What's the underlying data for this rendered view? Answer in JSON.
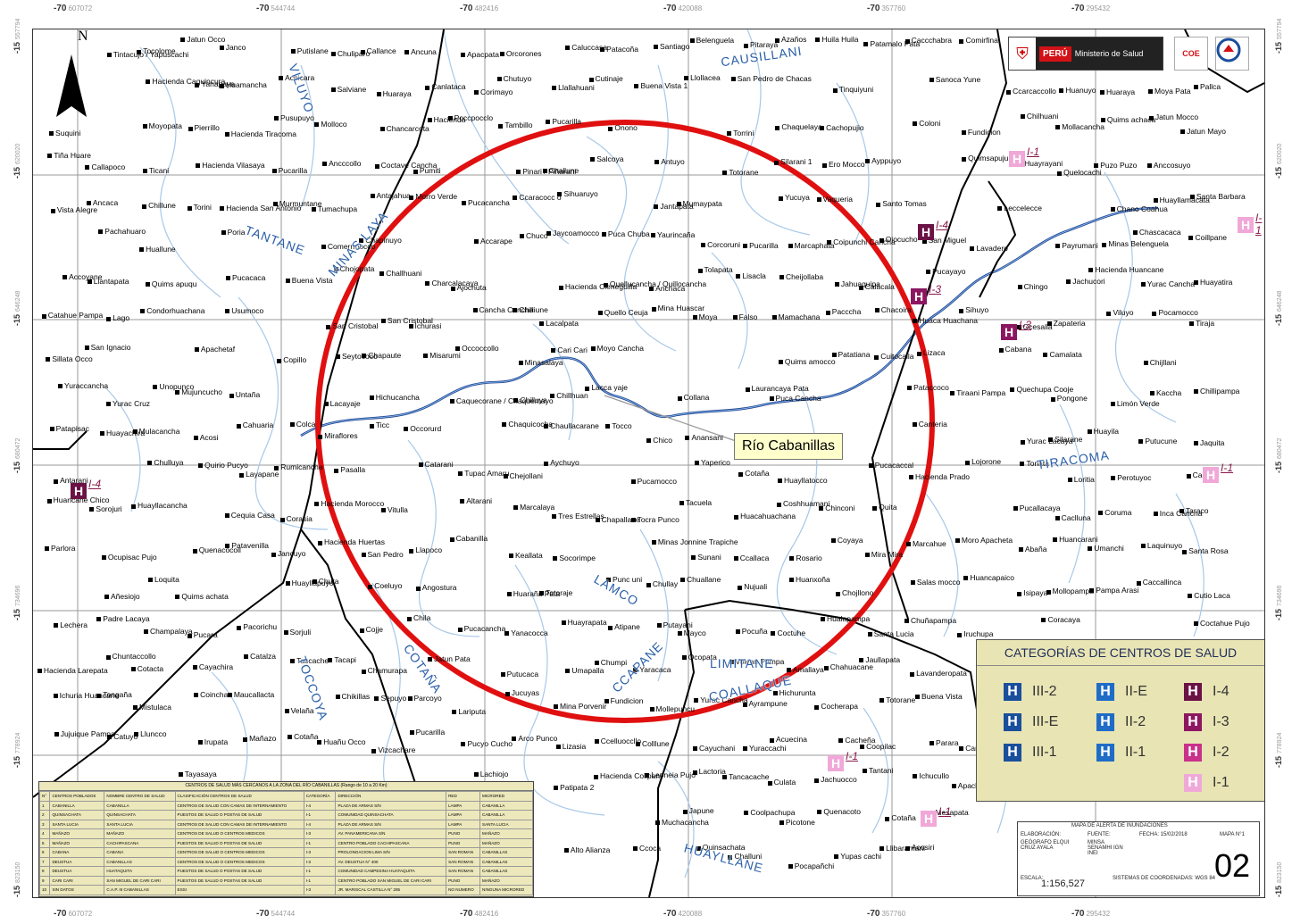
{
  "map": {
    "top_coords": [
      "-70",
      "-70",
      "-70",
      "-70",
      "-70",
      "-70"
    ],
    "top_coords_small": [
      "607072",
      "544744",
      "482416",
      "420088",
      "357760",
      "295432"
    ],
    "side_coords": [
      "-15",
      "-15",
      "-15",
      "-15",
      "-15",
      "-15",
      "-15"
    ],
    "side_coords_small": [
      "557794",
      "620020",
      "646248",
      "680472",
      "734696",
      "778924",
      "823150"
    ],
    "north_label": "N",
    "river_label": "Río Cabanillas",
    "logo": {
      "peru": "PERÚ",
      "ministry": "Ministerio de Salud",
      "coe": "COE"
    },
    "regions": [
      {
        "id": "causillani",
        "text": "CAUSILLANI"
      },
      {
        "id": "viluyo",
        "text": "VILUYO"
      },
      {
        "id": "tantane",
        "text": "TANTANE"
      },
      {
        "id": "minas-laya",
        "text": "MINAS LAYA"
      },
      {
        "id": "tiracoma",
        "text": "TIRACOMA"
      },
      {
        "id": "lamco",
        "text": "LAMCO"
      },
      {
        "id": "ccapane",
        "text": "CCAPANE"
      },
      {
        "id": "limitane",
        "text": "LIMITANE"
      },
      {
        "id": "coallaque",
        "text": "COALLAQUE"
      },
      {
        "id": "cotana",
        "text": "COTAÑA"
      },
      {
        "id": "toccoya",
        "text": "TOCCOYA"
      },
      {
        "id": "huayllane",
        "text": "HUAYLLANE"
      }
    ],
    "towns": [
      "Pacorichu",
      "Huaraya",
      "Charcalacaya",
      "Anchaca",
      "Chascacaca",
      "Antarani",
      "Chuco",
      "Apache",
      "Miraflores",
      "Catalza",
      "Zapateria",
      "Chutuyo",
      "Chojllono",
      "Misarumi",
      "Pierrillo",
      "Ancuna",
      "Quenacoto",
      "Huayatira",
      "Coracaya",
      "Ichuria Huancane",
      "Coloni",
      "Lago",
      "Pocuña",
      "Rumicancha",
      "Tacuela",
      "Mulacancha",
      "Llapoco",
      "Chuñapampa",
      "Chahuacane",
      "Laurancaya Pata",
      "Caquecorane / Chaquemayo",
      "Camalata",
      "Kaccha",
      "Chikillas",
      "Quims amocco",
      "Chuliparo",
      "Sihuaruyo",
      "Viluyo",
      "Jachucori",
      "Putislane",
      "Sanoca Yune",
      "Quinsachata",
      "Ero Mocco",
      "Canchicancha",
      "Cutinaje",
      "Chaquelaya",
      "Amallaya",
      "Tinquiyuni",
      "Coctuhe",
      "Torini",
      "Chillhuan",
      "Chamurapa",
      "Cachal",
      "Tongaña",
      "Chijllani",
      "Coruma",
      "Silarani 1",
      "Mamachana",
      "Falso",
      "Colca",
      "Rosario",
      "Chaullacarane",
      "Lacalpata",
      "Umanchi",
      "Coincha",
      "Ichucullo",
      "Pallca",
      "Patapisac",
      "Coopilac",
      "Quello Ceuja",
      "Mina Porvenir",
      "Leoneia Pujo",
      "Ayppuyo",
      "Puzo Puzo",
      "Tantani",
      "Salcoya",
      "Cacheña",
      "Pocamocco",
      "Putayani",
      "Loritia",
      "Cojje",
      "Coyaya",
      "Onono",
      "Ocupisac Pujo",
      "Moyo Cancha",
      "Challhuani",
      "Coshhuamani",
      "Tiraani Pampa",
      "Quechupa Cooje",
      "Molloco",
      "San Miguel",
      "Llantapata",
      "Unopunco",
      "Cayuchani",
      "Catarani",
      "Cotacta",
      "Lacayaje",
      "Pasalla",
      "Poria",
      "Tintacujo / Yapuscachi",
      "Pitaraya",
      "Yupas cachi",
      "Salas mocco",
      "Yanacocca",
      "Jatun Mocco",
      "Marcalaya",
      "Jaullapata",
      "Minasalaya",
      "Perotuyoc",
      "Yaurincaña",
      "Pucara",
      "Huamancha",
      "San Cristobal",
      "Cabanilla",
      "Moya Pata",
      "Puca Chuba",
      "Jatun Pata",
      "Toriata",
      "Usumoco",
      "Huancapaico",
      "Tumachupa",
      "Collana",
      "Lavanderopata",
      "Chejollani",
      "Irupata",
      "Cotaña",
      "Quelocachi",
      "Huallune",
      "Keallata",
      "Acosiri",
      "Catuyo",
      "Loquita",
      "Lacca yaje",
      "Marcaphata",
      "Arco Punco",
      "Jantapata",
      "Silarane",
      "Hacienda Cieneguilla",
      "Acosi",
      "Ocopata",
      "Cuitocalla",
      "Ticani",
      "Lizaca",
      "Acuecina",
      "Mumaypata",
      "Chingo",
      "Yuraccancha",
      "Condorhuachana",
      "Chacoira",
      "Ichurasi",
      "Hichurunta",
      "Sepuyo",
      "Isipaya",
      "Corasia",
      "Chapinuyo",
      "Yurac Cruz",
      "Altarani",
      "Pinari / Piñarani",
      "Huañu Occo",
      "Pucarilla",
      "Cayachira",
      "Jancuyo",
      "Yaracaca",
      "Torrini",
      "Huayllamacata",
      "Lisacla",
      "Huayrayani",
      "Challune",
      "Challuni",
      "Poccpocclo",
      "Hacienda Vilasaya",
      "Quenacocoll",
      "Occorurd",
      "Pucarilla",
      "Sihuyo",
      "Socorimpe",
      "Azaños",
      "Patamalo Pata",
      "Chuta",
      "Abaña",
      "Antajahua",
      "Parara",
      "Añesiojo",
      "Cachopujio",
      "Suquini",
      "Tocolome",
      "Minas Belenguela",
      "Ojocucho",
      "Achicara",
      "Cabana",
      "Mayco",
      "Cequia Casa",
      "Huayachira",
      "Belenguela",
      "San Pedro",
      "Janco",
      "Mistulaca",
      "Vitulla",
      "Pocapañchi",
      "Moya",
      "Mollepuncu",
      "Tiraja",
      "Patipata 2",
      "Pucacaca",
      "Chilhuani",
      "Lizasia",
      "Mollopampa",
      "Totoraje",
      "Chulluya",
      "Cahuaria",
      "Putucaca",
      "Santo Tomas",
      "Layapane",
      "Sunani",
      "Moyopata",
      "Corcoruni",
      "Lachiojo",
      "Tacapi",
      "Callapoco",
      "Huanxoña",
      "Llollacea",
      "Chico",
      "Huancarani",
      "Huayrapata",
      "Buena Vista",
      "Caccallinca",
      "Chillipampa",
      "Mesapata",
      "Hualapampa",
      "Santiago",
      "Huancane Chico",
      "Totorane",
      "Quita",
      "Parcoyo",
      "Yucuya",
      "Jujuique Pampa",
      "Pongone",
      "San Ignacio",
      "Limón Verde",
      "Ancaca",
      "Aychuyo",
      "Tayasaya",
      "Iruchupa",
      "Jaquita",
      "Lavadero",
      "Yaperico",
      "Tres Estrellas",
      "Moro Apacheta",
      "Inca Cancha",
      "Ajochuta",
      "Chojopata",
      "Coolpachupa",
      "Hacienda Prado",
      "Hacienda Huancane",
      "Putucune",
      "Buena Vista 1",
      "Hacienda Huertas",
      "Muchacancha",
      "Copillo",
      "Laquinuyo",
      "Parlora",
      "Canteria",
      "Huanuyo",
      "Quimsapujuio",
      "Hacienda San Antonio",
      "Coctave Cancha",
      "Coctahue Pujo",
      "Patatiana",
      "San Pedro de Chacas",
      "Jucuyas",
      "Yuraccachi",
      "Punc uni",
      "Pucamocco",
      "Santa Lucia",
      "Huayllatocco",
      "Huayila",
      "Huaca Huachana",
      "Caclluna",
      "Maucallacta",
      "Mujuncucho",
      "Quims achaca",
      "Morro Verde",
      "Antuyo",
      "Fundicion",
      "Patavenilla",
      "Chila",
      "Hichucancha",
      "Pucyo Cucho",
      "Orcorones",
      "Coeluyo",
      "Comerrmocco",
      "Corimayo",
      "Pucacaccal",
      "Cotaña",
      "Coillpane",
      "Lactoria",
      "Comirfina",
      "Yurac Cancha",
      "Pucacancha",
      "Pucayayo",
      "Chuallane",
      "Pumiti",
      "Quellucancha / Quillocancha",
      "Hacienda Tiracoma",
      "Lechera",
      "Chumpi",
      "Huayllacancha",
      "Coipunchi Cancha",
      "Vaqueria",
      "Pucarilla",
      "Tupac Amaru",
      "Seytococo",
      "Champalaya",
      "Murmuntane",
      "Ticc",
      "Ancccollo",
      "Untaña",
      "Jaycoamocco",
      "Chuntaccollo",
      "San Cristobal",
      "Ccallaca",
      "Callance",
      "Volcan Pampa",
      "Mollacancha",
      "Tambillo",
      "Pampa Arasi",
      "Pusupuyo",
      "Lluncco",
      "Accarape",
      "Caccchabra",
      "Taraco",
      "Tolapata",
      "Chilliune",
      "Cotaña",
      "Quirio Pucyo",
      "Pataccoco",
      "Sorjuli",
      "Nujuali",
      "Yanapaya",
      "Cheijollaba",
      "Tocra Punco",
      "Hacienda Larepata",
      "Padre Lacaya",
      "Chapaute",
      "Santa Rosa",
      "Sorojuri",
      "Pacccha",
      "Culata",
      "Mira Mira",
      "Cutio Laca",
      "Ccoca",
      "Ocesalla",
      "Chaquicocha",
      "Quims achata",
      "Huaraya",
      "Ccelluoccllo",
      "Vizcachare",
      "Huaraña Pata",
      "Lariputa",
      "Accoyane",
      "Catahue Pampa",
      "Puca Cancha",
      "Patacoña",
      "Chano Coahua",
      "Tiña Huare",
      "Velaña",
      "Canlataca",
      "Angostura",
      "Salviane",
      "Payrumani",
      "Ccaracocc o",
      "Pucacancha",
      "Pucarilla",
      "Hacienda Morocco",
      "Mina Huascar",
      "Huacahuachana",
      "Llibaramani",
      "Yurac Cancha",
      "Sillata Occo",
      "Ccarcaccollo",
      "Japune",
      "Ayrampune",
      "Anansani",
      "Hacienda",
      "Minas Jonnine Trapiche",
      "Pachahuaro",
      "Anccosuyo",
      "Jachuocco",
      "Hacienda Caquincura",
      "Cari Cari",
      "Leccelecce",
      "Tancacache",
      "Totorane",
      "Chullay",
      "Chilluya",
      "Apacpata",
      "Llallahuani",
      "Huila Huila",
      "Jatun Mayo",
      "Chillune",
      "Atipane",
      "Lojorone",
      "Chapallane",
      "Chinconi",
      "Fundicion",
      "Picotone",
      "Taccache",
      "Chancarcota",
      "Alto Alianza",
      "Occoccollo",
      "Mañazo",
      "Apachetaf",
      "Yurac Lacaya",
      "Jahuaquipa",
      "Jatun Occo",
      "Buena Vista",
      "Santa Barbara",
      "Marcahue",
      "Pucallacaya",
      "Cancha Cancha",
      "Vista Alegre",
      "Calacala",
      "Quims apuqu",
      "Caluccasa",
      "Tocco",
      "Huayllapuyo",
      "Hacienda Collpani",
      "Cocherapa",
      "Colllune",
      "Umapalla"
    ],
    "health_labels": [
      "I-1",
      "I-1",
      "I-1",
      "I-3",
      "I-3",
      "I-4",
      "I-1",
      "I-1",
      "I-1",
      "I-1",
      "I-1",
      "I-4"
    ]
  },
  "legend": {
    "title": "CATEGORÍAS DE CENTROS DE SALUD",
    "items": [
      {
        "label": "III-2",
        "color": "#1a4f9c"
      },
      {
        "label": "III-E",
        "color": "#1a4f9c"
      },
      {
        "label": "III-1",
        "color": "#1a4f9c"
      },
      {
        "label": "II-E",
        "color": "#1f6cc7"
      },
      {
        "label": "II-2",
        "color": "#1f6cc7"
      },
      {
        "label": "II-1",
        "color": "#1f6cc7"
      },
      {
        "label": "I-4",
        "color": "#6b1245"
      },
      {
        "label": "I-3",
        "color": "#8c1760"
      },
      {
        "label": "I-2",
        "color": "#c9318a"
      },
      {
        "label": "I-1",
        "color": "#f0a8d8"
      }
    ]
  },
  "table": {
    "title": "CENTROS DE SALUD MÁS CERCANOS A LA ZONA DEL RÍO CABANILLAS (Rango de 10 a 20 Km)",
    "headers": [
      "N°",
      "CENTROS POBLADOS",
      "NOMBRE CENTRO DE SALUD",
      "CLASIFICACIÓN CENTROS DE SALUD",
      "CATEGORÍA",
      "DIRECCIÓN",
      "RED",
      "MICRORED"
    ],
    "rows": [
      [
        "1",
        "CABANILLA",
        "CABANILLA",
        "CENTROS DE SALUD CON CAMAS DE INTERNAMIENTO",
        "I-4",
        "PLAZA DE ARMAS S/N",
        "LAMPA",
        "CABANILLA"
      ],
      [
        "2",
        "QUINSACHATA",
        "QUINSACHATA",
        "PUESTOS DE SALUD O POSTAS DE SALUD",
        "I-1",
        "COMUNIDAD QUINSACHATA",
        "LAMPA",
        "CABANILLA"
      ],
      [
        "3",
        "SANTA LUCIA",
        "SANTA LUCIA",
        "CENTROS DE SALUD CON CAMAS DE INTERNAMIENTO",
        "I-4",
        "PLAZA DE ARMAS S/N",
        "LAMPA",
        "SANTA LUCIA"
      ],
      [
        "4",
        "MAÑAZO",
        "MAÑAZO",
        "CENTROS DE SALUD O CENTROS MEDICOS",
        "I-3",
        "AV. PANAMERICANA S/N",
        "PUNO",
        "MAÑAZO"
      ],
      [
        "5",
        "MAÑAZO",
        "CACHIPASCANA",
        "PUESTOS DE SALUD O POSTAS DE SALUD",
        "I-1",
        "CENTRO POBLADO CACHIPASCANA",
        "PUNO",
        "MAÑAZO"
      ],
      [
        "6",
        "CABANA",
        "CABANA",
        "CENTROS DE SALUD O CENTROS MEDICOS",
        "I-3",
        "PROLONGACION LIMA S/N",
        "SAN ROMAN",
        "CABANILLAS"
      ],
      [
        "7",
        "DEUSTUA",
        "CABANILLAS",
        "CENTROS DE SALUD O CENTROS MEDICOS",
        "I-3",
        "AV. DEUSTUA N° 400",
        "SAN ROMAN",
        "CABANILLAS"
      ],
      [
        "8",
        "DEUSTUA",
        "HUATAQUITA",
        "PUESTOS DE SALUD O POSTAS DE SALUD",
        "I-1",
        "COMUNIDAD CAMPESINA HUATAQUITA",
        "SAN ROMAN",
        "CABANILLAS"
      ],
      [
        "9",
        "CARI CARI",
        "SAN MIGUEL DE CARI CARI",
        "PUESTOS DE SALUD O POSTAS DE SALUD",
        "I-1",
        "CENTRO POBLADO SAN MIGUEL DE CARI CARI",
        "PUNO",
        "MAÑAZO"
      ],
      [
        "10",
        "SIN DATOS",
        "C.A.P. III CABANILLAS",
        "ESSI",
        "I-3",
        "JR. MARISCAL CASTILLA N° 285",
        "NO NUMERO",
        "NINGUNA MICRORED"
      ]
    ]
  },
  "title_block": {
    "header": "MAPA DE ALERTA DE INUNDACIONES",
    "elaboracion_label": "ELABORACIÓN:",
    "elaboracion": "GEÓGRAFO ELQUI CRUZ AYALA",
    "fuente_label": "FUENTE:",
    "fuente": "MINSA SENAMHI IGN INEI",
    "fecha": "FECHA: 15/02/2018",
    "mapa_n": "MAPA N°1",
    "number": "02",
    "escala_label": "ESCALA:",
    "escala": "1:156,527",
    "sistema": "SISTEMAS DE COORDENADAS: WGS 84"
  }
}
